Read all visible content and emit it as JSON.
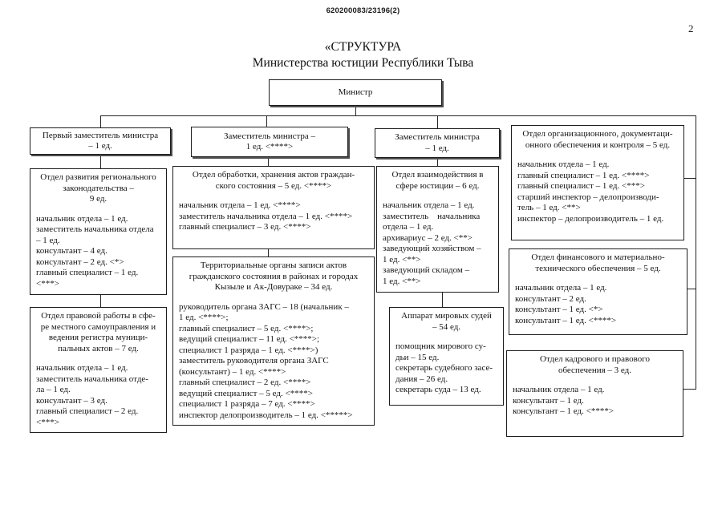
{
  "header": {
    "doc_number": "620200083/23196(2)",
    "page_number": "2",
    "title_line1": "«СТРУКТУРА",
    "title_line2": "Министерства юстиции Республики Тыва"
  },
  "minister": {
    "label": "Министр"
  },
  "deputies": [
    {
      "label": "Первый заместитель министра\n– 1 ед."
    },
    {
      "label": "Заместитель министра –\n1 ед. <****>"
    },
    {
      "label": "Заместитель министра\n– 1 ед."
    }
  ],
  "departments": [
    {
      "title": "Отдел развития регионального\nзаконодательства –\n9 ед.",
      "staff": "начальник отдела – 1 ед.\nзаместитель начальника отдела\n– 1 ед.\nконсультант – 4 ед.\nконсультант – 2 ед. <*>\nглавный специалист – 1 ед.\n<***>"
    },
    {
      "title": "Отдел правовой работы в сфе-\nре местного самоуправления и\nведения регистра муници-\nпальных актов – 7 ед.",
      "staff": "начальник отдела – 1 ед.\nзаместитель начальника отде-\nла – 1 ед.\nконсультант – 3 ед.\nглавный специалист – 2 ед.\n<***>"
    },
    {
      "title": "Отдел обработки, хранения актов граждан-\nского состояния – 5 ед. <****>",
      "staff": "начальник отдела – 1 ед. <****>\nзаместитель начальника отдела – 1 ед. <****>\nглавный специалист – 3 ед. <****>"
    },
    {
      "title": "Территориальные органы записи актов\nгражданского состояния в районах и городах\nКызыле и Ак-Довураке – 34 ед.",
      "staff": "руководитель органа ЗАГС – 18 (начальник –\n1 ед. <****>;\nглавный специалист – 5 ед. <****>;\nведущий специалист – 11 ед. <****>;\nспециалист 1 разряда – 1 ед. <****>)\nзаместитель руководителя органа ЗАГС\n(консультант) – 1 ед. <****>\nглавный специалист – 2 ед. <****>\nведущий специалист – 5 ед. <****>\nспециалист 1 разряда – 7 ед. <****>\nинспектор делопроизводитель – 1 ед. <*****>"
    },
    {
      "title": "Отдел взаимодействия в\nсфере юстиции – 6 ед.",
      "staff": "начальник отдела – 1 ед.\nзаместитель    начальника\nотдела – 1 ед.\nархивариус – 2 ед. <**>\nзаведующий хозяйством –\n1 ед. <**>\nзаведующий складом –\n1 ед. <**>"
    },
    {
      "title": "Аппарат мировых судей\n– 54 ед.",
      "staff": "помощник мирового су-\nдьи – 15 ед.\nсекретарь судебного засе-\nдания – 26 ед.\nсекретарь суда – 13 ед."
    },
    {
      "title": "Отдел организационного, документаци-\nонного обеспечения и контроля – 5 ед.",
      "staff": "начальник отдела – 1 ед.\nглавный специалист – 1 ед. <****>\nглавный специалист – 1 ед. <***>\nстарший инспектор – делопроизводи-\nтель – 1 ед. <**>\nинспектор – делопроизводитель – 1 ед."
    },
    {
      "title": "Отдел финансового и материально-\nтехнического обеспечения – 5 ед.",
      "staff": "начальник отдела – 1 ед.\nконсультант – 2 ед.\nконсультант – 1 ед. <*>\nконсультант – 1 ед.  <****>"
    },
    {
      "title": "Отдел кадрового и правового\nобеспечения – 3 ед.",
      "staff": "начальник отдела – 1 ед.\nконсультант – 1 ед.\nконсультант – 1 ед.  <****>"
    }
  ]
}
